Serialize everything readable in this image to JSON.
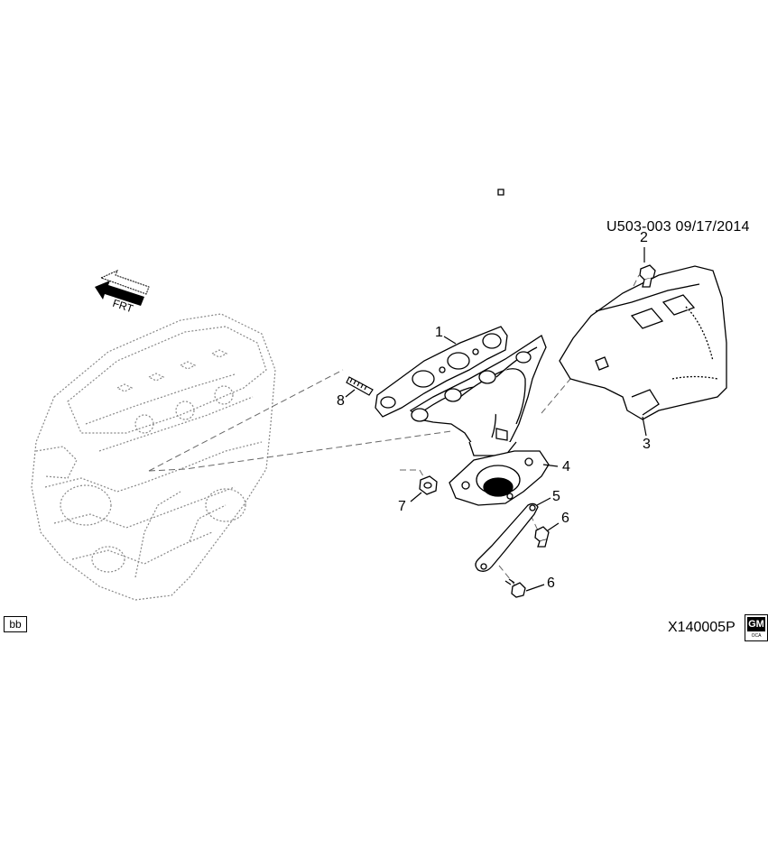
{
  "header": {
    "code": "U503-003  09/17/2014"
  },
  "front_arrow": {
    "label": "FRT"
  },
  "callouts": [
    "1",
    "2",
    "3",
    "4",
    "5",
    "6",
    "6",
    "7",
    "8"
  ],
  "footer": {
    "bb_label": "bb",
    "figure_code": "X140005P",
    "logo_text": "GM",
    "logo_subtext": "OCA"
  }
}
